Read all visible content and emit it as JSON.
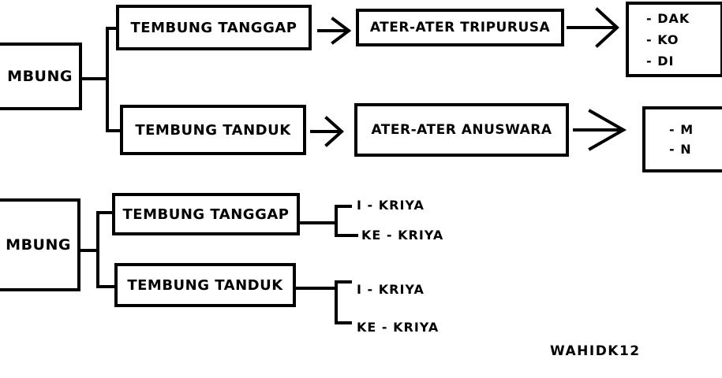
{
  "top": {
    "root": "MBUNG",
    "branch_a": {
      "label": "TEMBUNG TANGGAP",
      "ater": "ATER-ATER TRIPURUSA",
      "items": [
        "- DAK",
        "- KO",
        "- DI"
      ]
    },
    "branch_b": {
      "label": "TEMBUNG TANDUK",
      "ater": "ATER-ATER ANUSWARA",
      "items": [
        "- M",
        "- N"
      ]
    }
  },
  "bottom": {
    "root": "MBUNG",
    "branch_a": {
      "label": "TEMBUNG TANGGAP",
      "leaves": [
        "I - KRIYA",
        "KE - KRIYA"
      ]
    },
    "branch_b": {
      "label": "TEMBUNG TANDUK",
      "leaves": [
        "I - KRIYA",
        "KE - KRIYA"
      ]
    }
  },
  "signature": "WAHIDK12"
}
